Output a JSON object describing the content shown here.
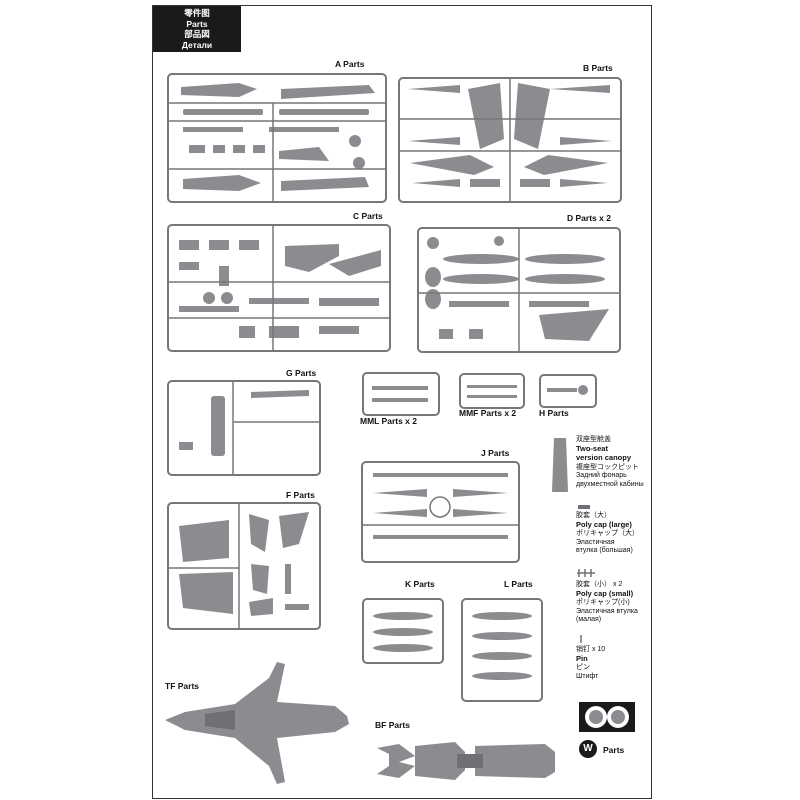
{
  "header": {
    "line1": "零件图",
    "line2": "Parts",
    "line3": "部品図",
    "line4": "Детали"
  },
  "sprues": {
    "a": "A  Parts",
    "b": "B  Parts",
    "c": "C  Parts",
    "d": "D  Parts x 2",
    "g": "G  Parts",
    "mml": "MML  Parts x 2",
    "mmf": "MMF  Parts x 2",
    "h": "H  Parts",
    "j": "J  Parts",
    "f": "F  Parts",
    "k": "K  Parts",
    "l": "L  Parts",
    "tf": "TF  Parts",
    "bf": "BF  Parts",
    "w": "Parts"
  },
  "notes": {
    "canopy": {
      "zh": "双座型舱盖",
      "en1": "Two-seat",
      "en2": "version canopy",
      "ja": "複座型コックピット",
      "ru": "Задний фонарь",
      "ru2": "двухместной кабины"
    },
    "polycap_large": {
      "zh": "胶套（大）",
      "en": "Poly cap (large)",
      "ja": "ポリキャップ（大）",
      "ru": "Эластичная",
      "ru2": "втулка (большая)"
    },
    "polycap_small": {
      "zh": "胶套（小） x 2",
      "en": "Poly cap (small)",
      "ja": "ポリキャップ(小)",
      "ru": "Эластичная втулка",
      "ru2": "(малая)"
    },
    "pin": {
      "zh": "销钉 x 10",
      "en": "Pin",
      "ja": "ピン",
      "ru": "Штифт"
    }
  },
  "w_badge": "W",
  "colors": {
    "part": "#8a8c90",
    "part_dark": "#6e7075",
    "frame": "#777777",
    "header_bg": "#1a1a1a"
  }
}
